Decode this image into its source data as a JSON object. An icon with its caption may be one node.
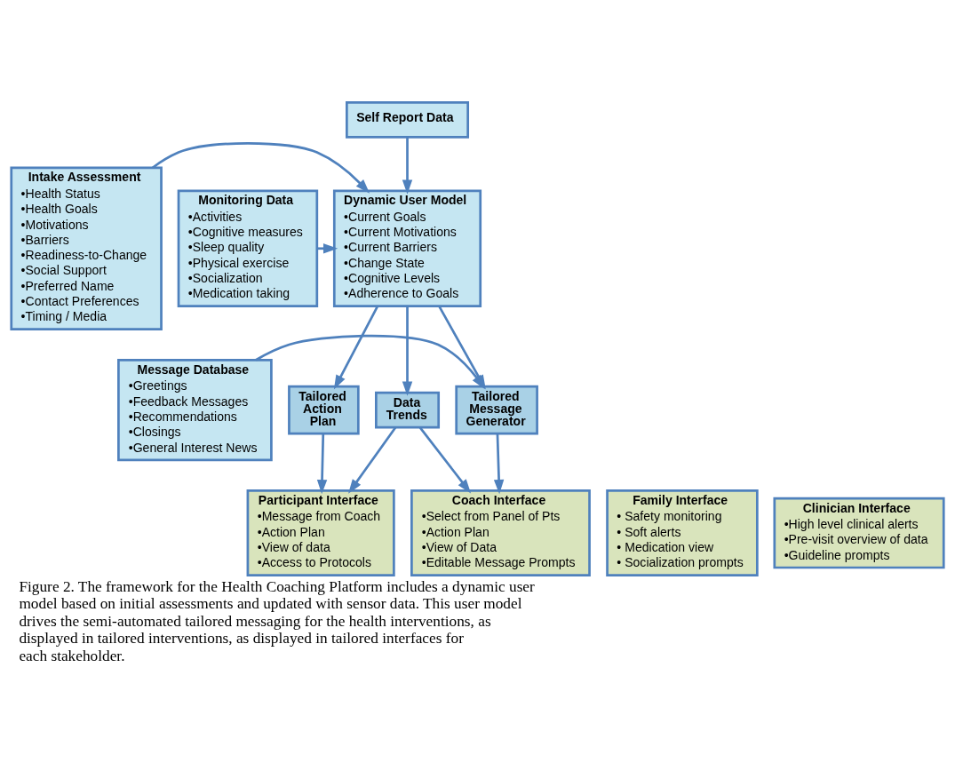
{
  "diagram": {
    "caption": "Figure 2. The framework for the Health Coaching Platform includes a dynamic user model based on initial assessments and updated with sensor data. This user model drives the semi-automated tailored messaging for the health interventions, as displayed in tailored interventions, as displayed in tailored interfaces for each stakeholder.",
    "nodes": [
      {
        "text": [
          "Intake Assessment",
          "•Health Status",
          "•Health Goals",
          "•Motivations",
          "•Barriers",
          "•Readiness-to-Change",
          "•Social Support",
          "•Preferred Name",
          "•Contact Preferences",
          "•Timing / Media"
        ]
      },
      {
        "text": [
          "Dynamic User Model",
          "•Current Goals",
          "•Current Motivations",
          "•Current Barriers",
          "•Change State",
          "•Cognitive Levels",
          "•Adherence to Goals"
        ]
      },
      {
        "text": [
          "Monitoring Data",
          "•Activities",
          "•Cognitive measures",
          "•Sleep quality",
          "•Physical exercise",
          "•Socialization",
          "•Medication taking"
        ]
      },
      {
        "text": [
          "Self Report Data"
        ]
      },
      {
        "text": [
          "Message Database",
          "•Greetings",
          "•Feedback Messages",
          "•Recommendations",
          "•Closings",
          "•General Interest News"
        ]
      },
      {
        "text": [
          "Tailored Action Plan"
        ]
      },
      {
        "text": [
          "Data Trends"
        ]
      },
      {
        "text": [
          "Tailored Message Generator"
        ]
      },
      {
        "text": [
          "Family Interface",
          "• Safety monitoring",
          "• Soft alerts",
          "• Medication view",
          "• Socialization prompts"
        ]
      },
      {
        "text": [
          "Participant Interface",
          "•Message from Coach",
          "•Action Plan",
          "•View of data",
          "•Access to Protocols"
        ]
      },
      {
        "text": [
          "Coach Interface",
          "•Select from Panel of Pts",
          "•Action Plan",
          "•View of Data",
          "•Editable Message Prompts"
        ]
      },
      {
        "text": [
          "Clinician Interface",
          "•High level clinical alerts",
          "•Pre-visit overview of data",
          "•Guideline prompts"
        ]
      }
    ],
    "edges": [
      {
        "from": 0,
        "to": 1,
        "arrow": "to"
      },
      {
        "from": 2,
        "to": 1,
        "arrow": "to"
      },
      {
        "from": 3,
        "to": 1,
        "arrow": "to"
      },
      {
        "from": 1,
        "to": 5,
        "arrow": "to"
      },
      {
        "from": 1,
        "to": 6,
        "arrow": "to"
      },
      {
        "from": 1,
        "to": 7,
        "arrow": "to"
      },
      {
        "from": 4,
        "to": 7,
        "arrow": "to"
      },
      {
        "from": 5,
        "to": 9,
        "arrow": "to"
      },
      {
        "from": 6,
        "to": 9,
        "arrow": "to"
      },
      {
        "from": 6,
        "to": 10,
        "arrow": "to"
      },
      {
        "from": 7,
        "to": 10,
        "arrow": "to"
      }
    ]
  }
}
